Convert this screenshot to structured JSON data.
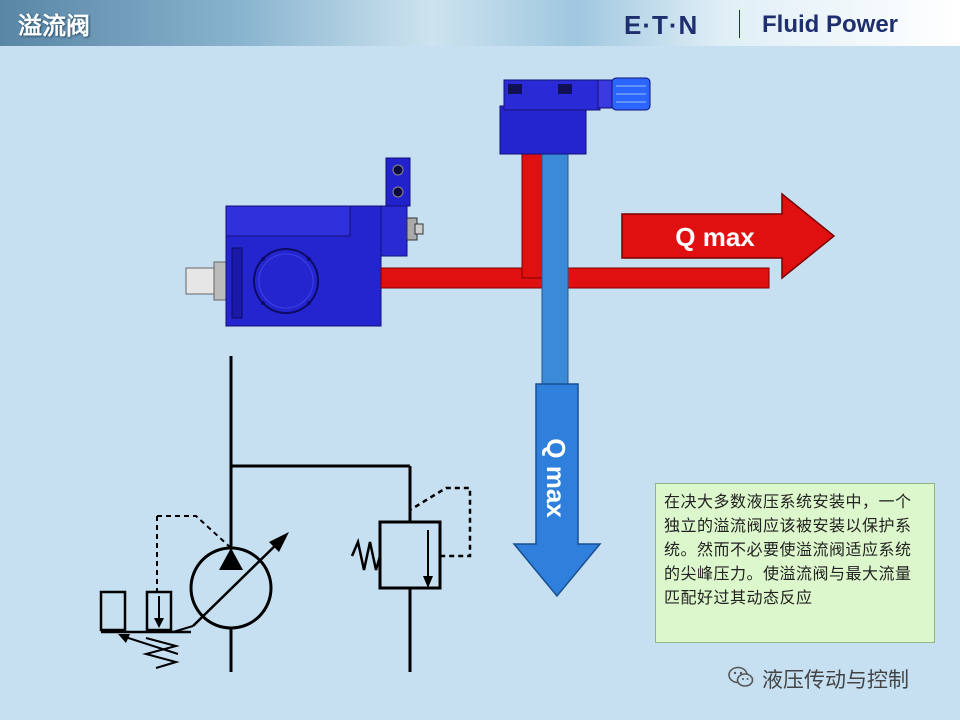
{
  "header": {
    "title": "溢流阀",
    "brand": "E·T·N",
    "brand_sub": "Fluid Power"
  },
  "diagram": {
    "arrow_horizontal_label": "Q max",
    "arrow_vertical_label": "Q max"
  },
  "note": {
    "text": "在决大多数液压系统安装中，一个独立的溢流阀应该被安装以保护系统。然而不必要使溢流阀适应系统的尖峰压力。使溢流阀与最大流量匹配好过其动态反应"
  },
  "watermark": {
    "text": "液压传动与控制",
    "icon": "wechat-icon"
  },
  "colors": {
    "background": "#c6e0f2",
    "pressure_line": "#e01010",
    "tank_line": "#3b8ad8",
    "pump_body": "#2222cc",
    "note_bg": "#ddf7cc"
  }
}
